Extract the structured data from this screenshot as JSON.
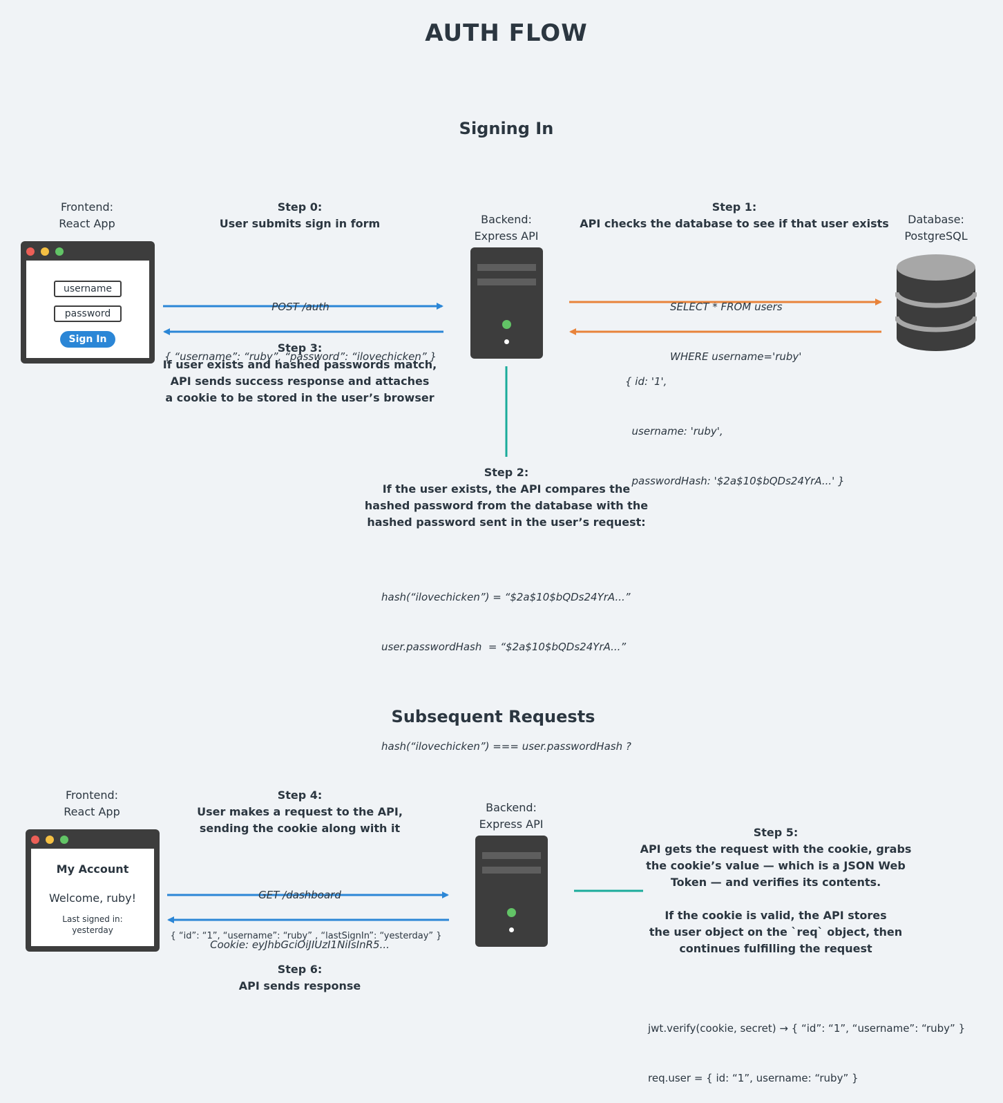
{
  "title": "AUTH FLOW",
  "sections": {
    "signing_in": "Signing In",
    "subsequent": "Subsequent Requests"
  },
  "colors": {
    "blue": "#2b86d6",
    "orange": "#e8833a",
    "teal": "#1aab9b",
    "dark": "#3d3d3d",
    "text": "#2b3640"
  },
  "signing_in": {
    "frontend_label": [
      "Frontend:",
      "React App"
    ],
    "backend_label": [
      "Backend:",
      "Express API"
    ],
    "database_label": [
      "Database:",
      "PostgreSQL"
    ],
    "form": {
      "username": "username",
      "password": "password",
      "button": "Sign In"
    },
    "step0": {
      "title": "Step 0:",
      "text": "User submits sign in form"
    },
    "request": [
      "POST /auth",
      "{ “username”: “ruby”, “password”: “ilovechicken” }"
    ],
    "step1": {
      "title": "Step 1:",
      "text": "API checks the database to see if that user exists"
    },
    "query": [
      "SELECT * FROM users",
      "WHERE username='ruby'"
    ],
    "db_result": [
      "{ id: '1',",
      "  username: 'ruby',",
      "  passwordHash: '$2a$10$bQDs24YrA...' }"
    ],
    "step3": {
      "title": "Step 3:",
      "lines": [
        "If user exists and hashed passwords match,",
        "API sends success response and attaches",
        "a cookie to be stored in the user’s browser"
      ]
    },
    "step2": {
      "title": "Step 2:",
      "lines": [
        "If the user exists, the API compares the",
        "hashed password from the database with the",
        "hashed password sent in the user’s request:"
      ]
    },
    "compare": [
      "hash(“ilovechicken”) = “$2a$10$bQDs24YrA...”",
      "user.passwordHash  = “$2a$10$bQDs24YrA...”",
      "",
      "hash(“ilovechicken”) === user.passwordHash ?"
    ]
  },
  "subsequent": {
    "frontend_label": [
      "Frontend:",
      "React App"
    ],
    "backend_label": [
      "Backend:",
      "Express API"
    ],
    "account": {
      "heading": "My Account",
      "welcome": "Welcome, ruby!",
      "last_signed": [
        "Last signed in:",
        "yesterday"
      ]
    },
    "step4": {
      "title": "Step 4:",
      "lines": [
        "User makes a request to the API,",
        "sending the cookie along with it"
      ]
    },
    "request": [
      "GET /dashboard",
      "Cookie: eyJhbGciOiJIUzI1NiIsInR5..."
    ],
    "response": "{ “id”: “1”, “username”: “ruby” , “lastSignIn”: “yesterday” }",
    "step6": {
      "title": "Step 6:",
      "text": "API sends response"
    },
    "step5": {
      "title": "Step 5:",
      "lines": [
        "API gets the request with the cookie, grabs",
        "the cookie’s value — which is a JSON Web",
        "Token — and verifies its contents.",
        "",
        "If the cookie is valid, the API stores",
        "the user object on the `req` object, then",
        "continues fulfilling the request"
      ]
    },
    "code": [
      "jwt.verify(cookie, secret) → { “id”: “1”, “username”: “ruby” }",
      "req.user = { id: “1”, username: “ruby” }"
    ]
  }
}
